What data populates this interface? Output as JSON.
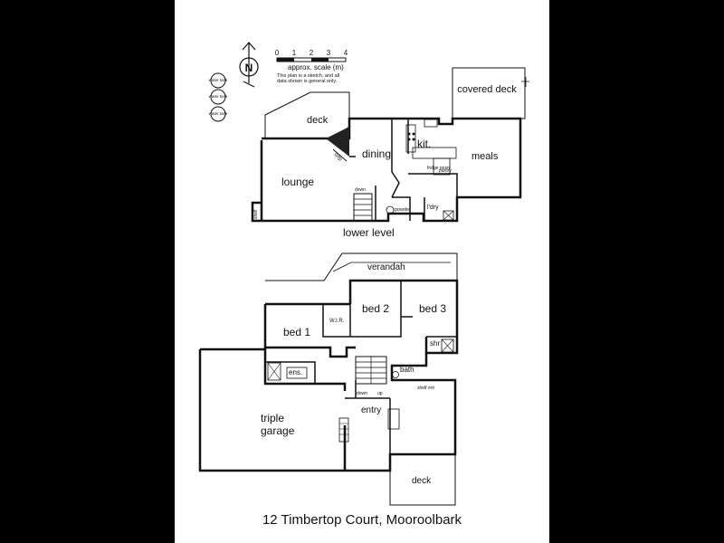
{
  "scale_bar": {
    "ticks": [
      "0",
      "1",
      "2",
      "3",
      "4"
    ],
    "title": "approx. scale (m)",
    "note_line1": "This plan is a sketch, and all",
    "note_line2": "data shown is general only."
  },
  "north_label": "N",
  "water_tanks": [
    "water tank",
    "water tank",
    "water tank"
  ],
  "lower_level": {
    "title": "lower level",
    "rooms": {
      "deck": "deck",
      "covered_deck": "covered deck",
      "dining": "dining",
      "kit": "kit.",
      "meals": "meals",
      "lounge": "lounge",
      "ofp": "o/fp",
      "down": "down",
      "powder": "powder",
      "ldry": "l'dry",
      "fridge": "fridge posn",
      "pantry": "pantry",
      "shelf": "shelf"
    }
  },
  "upper_level": {
    "rooms": {
      "verandah": "verandah",
      "bed1": "bed 1",
      "bed2": "bed 2",
      "bed3": "bed 3",
      "wir": "W.I.R.",
      "ens": "ens.",
      "bath": "bath",
      "shr": "shr",
      "garage_line1": "triple",
      "garage_line2": "garage",
      "entry": "entry",
      "deck": "deck",
      "down": "down",
      "up": "up",
      "shelf_ent": "shelf ent"
    }
  },
  "caption": "12 Timbertop Court, Mooroolbark"
}
